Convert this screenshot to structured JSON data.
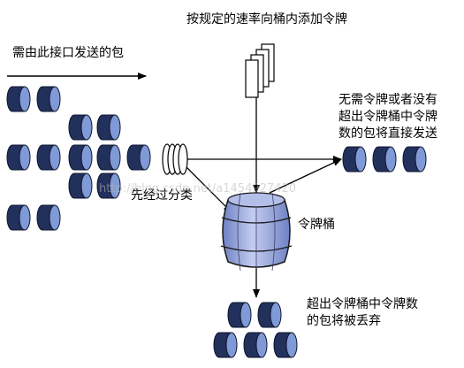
{
  "labels": {
    "token_rate": "按规定的速率向桶内添加令牌",
    "incoming_packets": "需由此接口发送的包",
    "no_token_line1": "无需令牌或者没有",
    "no_token_line2": "超出令牌桶中令牌",
    "no_token_line3": "数的包将直接发送",
    "classify": "先经过分类",
    "bucket": "令牌桶",
    "dropped_line1": "超出令牌桶中令牌数",
    "dropped_line2": "的包将被丢弃"
  },
  "watermark": "http://blog.csdn.net/a1454927420",
  "colors": {
    "packet_dark": "#22305c",
    "packet_light": "#7f9ad6",
    "bucket_fill": "#9aa9de",
    "bucket_stroke": "#1a1a1a",
    "line": "#000000"
  },
  "icons": [
    "packet-icon",
    "token-stack-icon",
    "classifier-rings-icon",
    "bucket-icon",
    "arrow-icon"
  ]
}
